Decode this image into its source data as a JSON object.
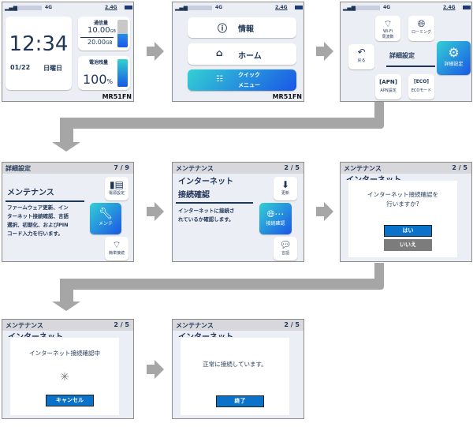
{
  "status": {
    "network": "4G",
    "wifi_band": "2.4G"
  },
  "model": "MR51FN",
  "screen_home": {
    "time": "12:34",
    "date": "01/22",
    "weekday": "日曜日",
    "data_label": "通信量",
    "data_used": "10.00",
    "data_unit": "GB",
    "data_limit": "20.00",
    "data_limit_unit": "GB",
    "battery_label": "電池残量",
    "battery_value": "100",
    "battery_unit": "%",
    "data_usage_fraction": 0.5,
    "battery_fraction": 1.0
  },
  "screen_menu": {
    "info": "情報",
    "home": "ホーム",
    "quick_menu_1": "クイック",
    "quick_menu_2": "メニュー"
  },
  "screen_quick": {
    "wifi_1": "Wi-Fi",
    "wifi_2": "周波数",
    "roaming": "ローミング",
    "back": "戻る",
    "title": "詳細設定",
    "advanced": "詳細設定",
    "apn": "APN設定",
    "eco": "ECOモード"
  },
  "screen_adv": {
    "header": "詳細設定",
    "page": "7 / 9",
    "title": "メンテナンス",
    "desc": [
      "ファームウェア更新、イン",
      "ターネット接続確認、言語",
      "選択、初期化、およびPIN",
      "コード入力を行います。"
    ],
    "power": "電源設定",
    "maint": "メンテ",
    "easy": "簡単接続"
  },
  "screen_maint": {
    "header": "メンテナンス",
    "page": "2 / 5",
    "title_1": "インターネット",
    "title_2": "接続確認",
    "desc": [
      "インターネットに接続さ",
      "れているか確認します。"
    ],
    "update": "更新",
    "conn": "接続確認",
    "lang": "言語"
  },
  "dialog_confirm": {
    "line1": "インターネット接続確認を",
    "line2": "行いますか?",
    "yes": "はい",
    "no": "いいえ"
  },
  "dialog_progress": {
    "text": "インターネット接続確認中",
    "cancel": "キャンセル"
  },
  "dialog_done": {
    "text": "正常に接続しています。",
    "end": "終了"
  }
}
